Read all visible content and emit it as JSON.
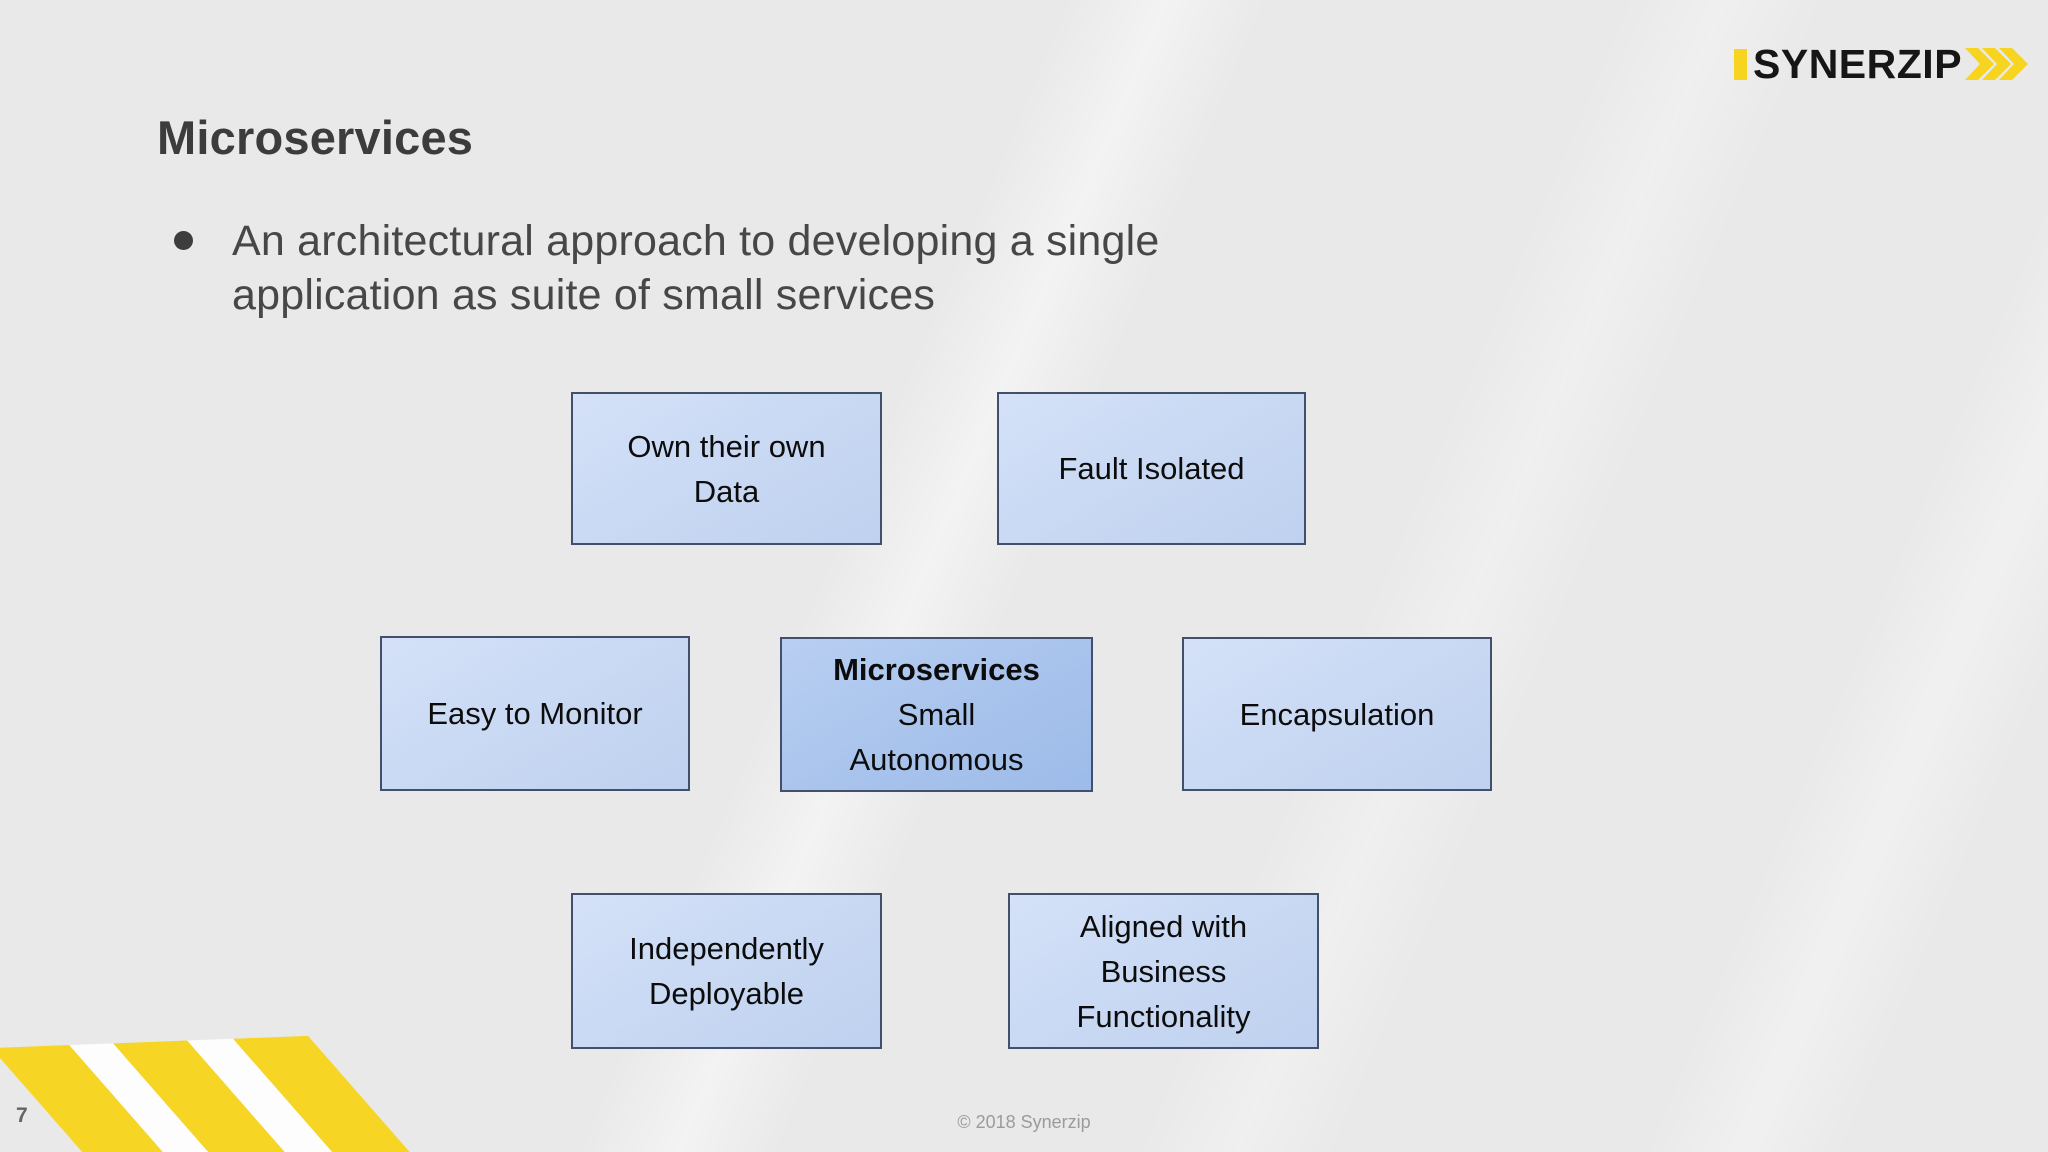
{
  "logo": {
    "text": "SYNERZIP",
    "accent_yellow": "#F7D41F",
    "text_color": "#161616"
  },
  "slide": {
    "title": "Microservices",
    "bullet_lines": [
      "An architectural approach to developing a single",
      "application as suite of small services"
    ]
  },
  "boxes": [
    {
      "id": "own-their-own-data",
      "variant": "light",
      "lines": [
        "Own their own",
        "Data"
      ]
    },
    {
      "id": "fault-isolated",
      "variant": "light",
      "lines": [
        "Fault Isolated"
      ]
    },
    {
      "id": "easy-to-monitor",
      "variant": "light",
      "lines": [
        "Easy to Monitor"
      ]
    },
    {
      "id": "microservices-center",
      "variant": "dark",
      "title": "Microservices",
      "lines": [
        "Small",
        "Autonomous"
      ]
    },
    {
      "id": "encapsulation",
      "variant": "light",
      "lines": [
        "Encapsulation"
      ]
    },
    {
      "id": "independently-deployable",
      "variant": "light",
      "lines": [
        "Independently",
        "Deployable"
      ]
    },
    {
      "id": "aligned-with-business",
      "variant": "light",
      "lines": [
        "Aligned with",
        "Business",
        "Functionality"
      ]
    }
  ],
  "footer": {
    "page_number": "7",
    "copyright": "© 2018 Synerzip"
  },
  "colors": {
    "background": "#E9E9EA",
    "box_fill_light": "#C8D8F3",
    "box_fill_dark": "#A8C3EC",
    "box_border": "#42506B",
    "stripe_yellow": "#F7D525",
    "title_text": "#3C3C3C",
    "body_text": "#474747",
    "footer_text": "#9B9B9B"
  }
}
